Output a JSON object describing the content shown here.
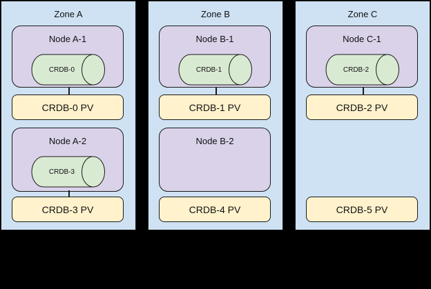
{
  "colors": {
    "background": "#000000",
    "zone_fill": "#cfe2f3",
    "node_fill": "#d9d2e9",
    "cylinder_fill": "#d9ead3",
    "pv_fill": "#fff2cc",
    "border": "#1a1a1a"
  },
  "zones": [
    {
      "title": "Zone A",
      "node1": {
        "label": "Node A-1",
        "cylinder": "CRDB-0"
      },
      "pv1": "CRDB-0 PV",
      "node2": {
        "label": "Node A-2",
        "cylinder": "CRDB-3"
      },
      "pv2": "CRDB-3 PV"
    },
    {
      "title": "Zone B",
      "node1": {
        "label": "Node B-1",
        "cylinder": "CRDB-1"
      },
      "pv1": "CRDB-1 PV",
      "node2": {
        "label": "Node B-2"
      },
      "pv2": "CRDB-4 PV"
    },
    {
      "title": "Zone C",
      "node1": {
        "label": "Node C-1",
        "cylinder": "CRDB-2"
      },
      "pv1": "CRDB-2 PV",
      "pv2": "CRDB-5 PV"
    }
  ]
}
